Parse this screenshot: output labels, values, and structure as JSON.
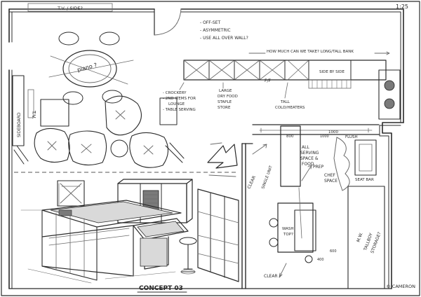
{
  "corner_ref": "1:25",
  "labels": {
    "tv_top": "T.V. / SIDE?",
    "piano": "piano ?",
    "tv_side": "T.V.",
    "sideboard": "SIDEBOARD",
    "notes_1": "- OFF-SET",
    "notes_2": "- ASYMMETRIC",
    "notes_3": "- USE ALL OVER WALL?",
    "long_tall_bank": "HOW MUCH CAN WE TAKE? LONG/TALL BANK",
    "crockery_1": "- CROCKERY",
    "crockery_2": "- 2ND ITEMS FOR",
    "crockery_3": "LOUNGE",
    "crockery_4": "- TABLE SERVING",
    "store_1": "LARGE",
    "store_2": "DRY FOOD",
    "store_3": "STAPLE",
    "store_4": "STORE",
    "ff": "F/F",
    "tall_1": "TALL",
    "tall_2": "COLD/HEATERS",
    "side_by_side": "SIDE BY SIDE",
    "flush": "FLUSH",
    "dim_800": "800",
    "dim_1000": "1000",
    "dim_1000b": "1000",
    "serving_1": "ALL",
    "serving_2": "SERVING",
    "serving_3": "SPACE &",
    "serving_4": "FOOD",
    "serving_5": "PREP",
    "chef_1": "CHEF",
    "chef_2": "SPACE",
    "single_unit": "SINGLE UNIT",
    "clear_1": "CLEAR",
    "clear_2": "CLEAR",
    "wash_1": "WASH",
    "wash_2": "TOP?",
    "seat": "SEAT BAR",
    "mw_1": "M.W.",
    "mw_2": "TALLBOY",
    "mw_3": "STORAGE?",
    "dim_400": "400",
    "dim_600": "600",
    "concept": "CONCEPT 03",
    "signature": "© CAMERON"
  }
}
